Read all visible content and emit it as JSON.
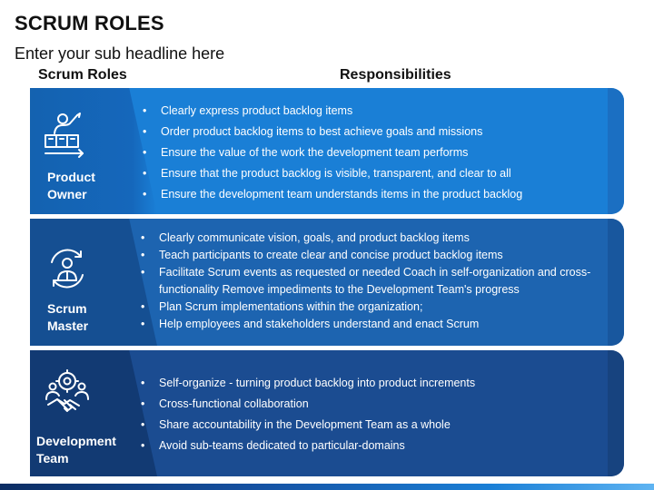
{
  "slide": {
    "title": "SCRUM ROLES",
    "subtitle": "Enter your sub headline here",
    "columns": {
      "roles": "Scrum Roles",
      "responsibilities": "Responsibilities"
    }
  },
  "roles": [
    {
      "label_line1": "Product",
      "label_line2": "Owner",
      "icon": "product-owner-icon",
      "items": [
        "Clearly express product backlog items",
        "Order product backlog items to best achieve goals and missions",
        "Ensure the value of the work the development team performs",
        "Ensure that the product backlog is visible, transparent, and clear to all",
        "Ensure the development team understands items in the product backlog"
      ]
    },
    {
      "label_line1": "Scrum",
      "label_line2": "Master",
      "icon": "scrum-master-icon",
      "items": [
        "Clearly communicate vision, goals, and product backlog items",
        "Teach participants to create clear and concise product backlog items",
        "Facilitate Scrum events as requested or needed Coach in self-organization and cross-functionality Remove impediments to the Development Team's progress",
        "Plan Scrum implementations within the organization;",
        "Help employees and stakeholders understand and enact Scrum"
      ]
    },
    {
      "label_line1": "Development",
      "label_line2": "Team",
      "icon": "development-team-icon",
      "items": [
        "Self-organize - turning product backlog into product increments",
        "Cross-functional collaboration",
        "Share accountability in the Development Team as a whole",
        "Avoid sub-teams dedicated to particular-domains"
      ]
    }
  ],
  "colors": {
    "card1": "#1a7fd6",
    "card2": "#1d64b0",
    "card3": "#1b4c91",
    "text_on_card": "#ffffff"
  }
}
